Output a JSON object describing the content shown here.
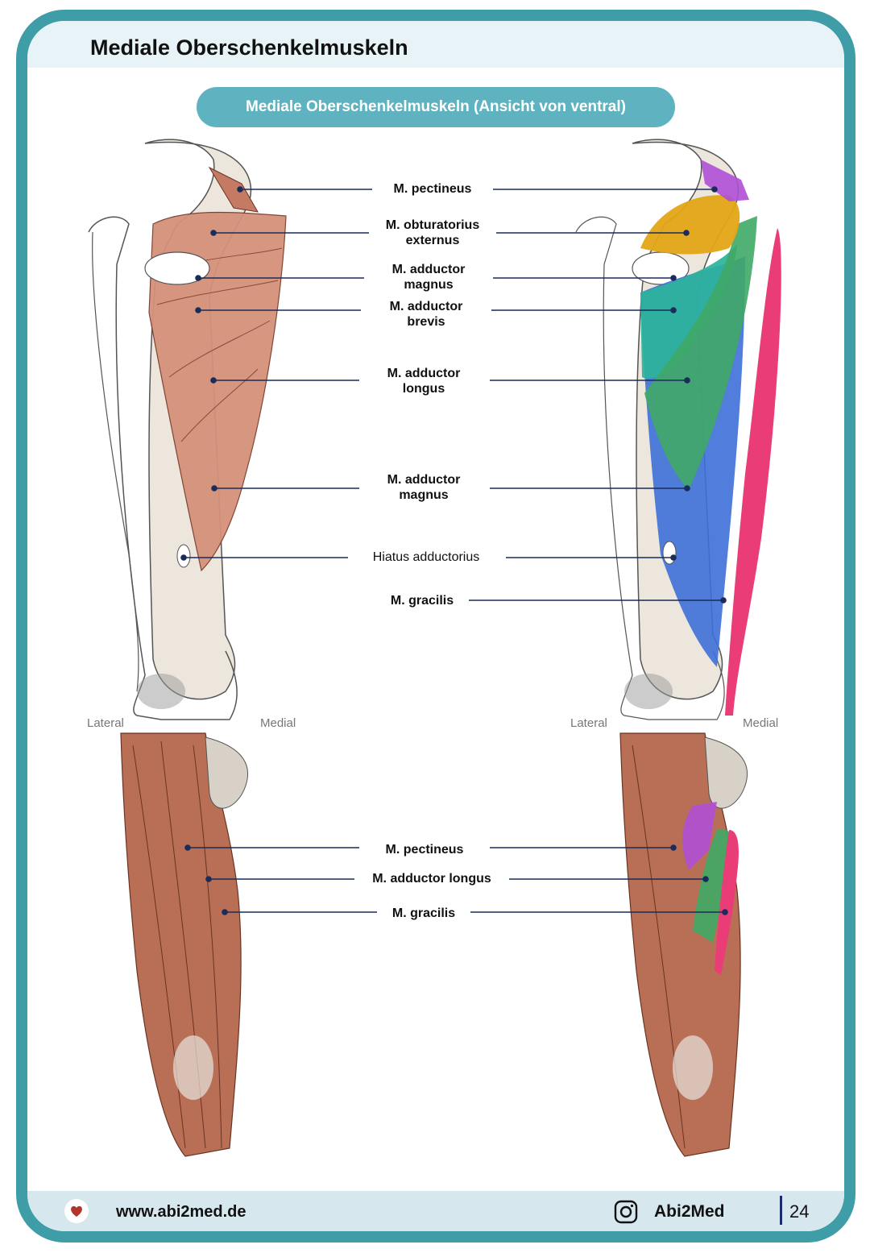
{
  "page": {
    "title": "Mediale Oberschenkelmuskeln",
    "subtitle": "Mediale Oberschenkelmuskeln (Ansicht von ventral)"
  },
  "orientation": {
    "left_lateral": "Lateral",
    "left_medial": "Medial",
    "right_lateral": "Lateral",
    "right_medial": "Medial"
  },
  "labels_top": [
    {
      "line1": "M. pectineus",
      "line2": ""
    },
    {
      "line1": "M. obturatorius",
      "line2": "externus"
    },
    {
      "line1": "M. adductor",
      "line2": "magnus"
    },
    {
      "line1": "M. adductor",
      "line2": "brevis"
    },
    {
      "line1": "M. adductor",
      "line2": "longus"
    },
    {
      "line1": "M. adductor",
      "line2": "magnus"
    },
    {
      "line1": "Hiatus adductorius",
      "line2": ""
    },
    {
      "line1": "M. gracilis",
      "line2": ""
    }
  ],
  "labels_bottom": [
    {
      "line1": "M. pectineus"
    },
    {
      "line1": "M. adductor longus"
    },
    {
      "line1": "M. gracilis"
    }
  ],
  "muscle_colors": {
    "pectineus": "#b04fd6",
    "obturatorius_externus": "#e3a515",
    "adductor_magnus": "#3e6fd8",
    "adductor_brevis": "#2bb39b",
    "adductor_longus": "#3fa866",
    "gracilis": "#ea3d78",
    "muscle_brown": "#c9856a",
    "bone": "#ede7df"
  },
  "footer": {
    "website": "www.abi2med.de",
    "handle": "Abi2Med",
    "page_number": "24"
  }
}
